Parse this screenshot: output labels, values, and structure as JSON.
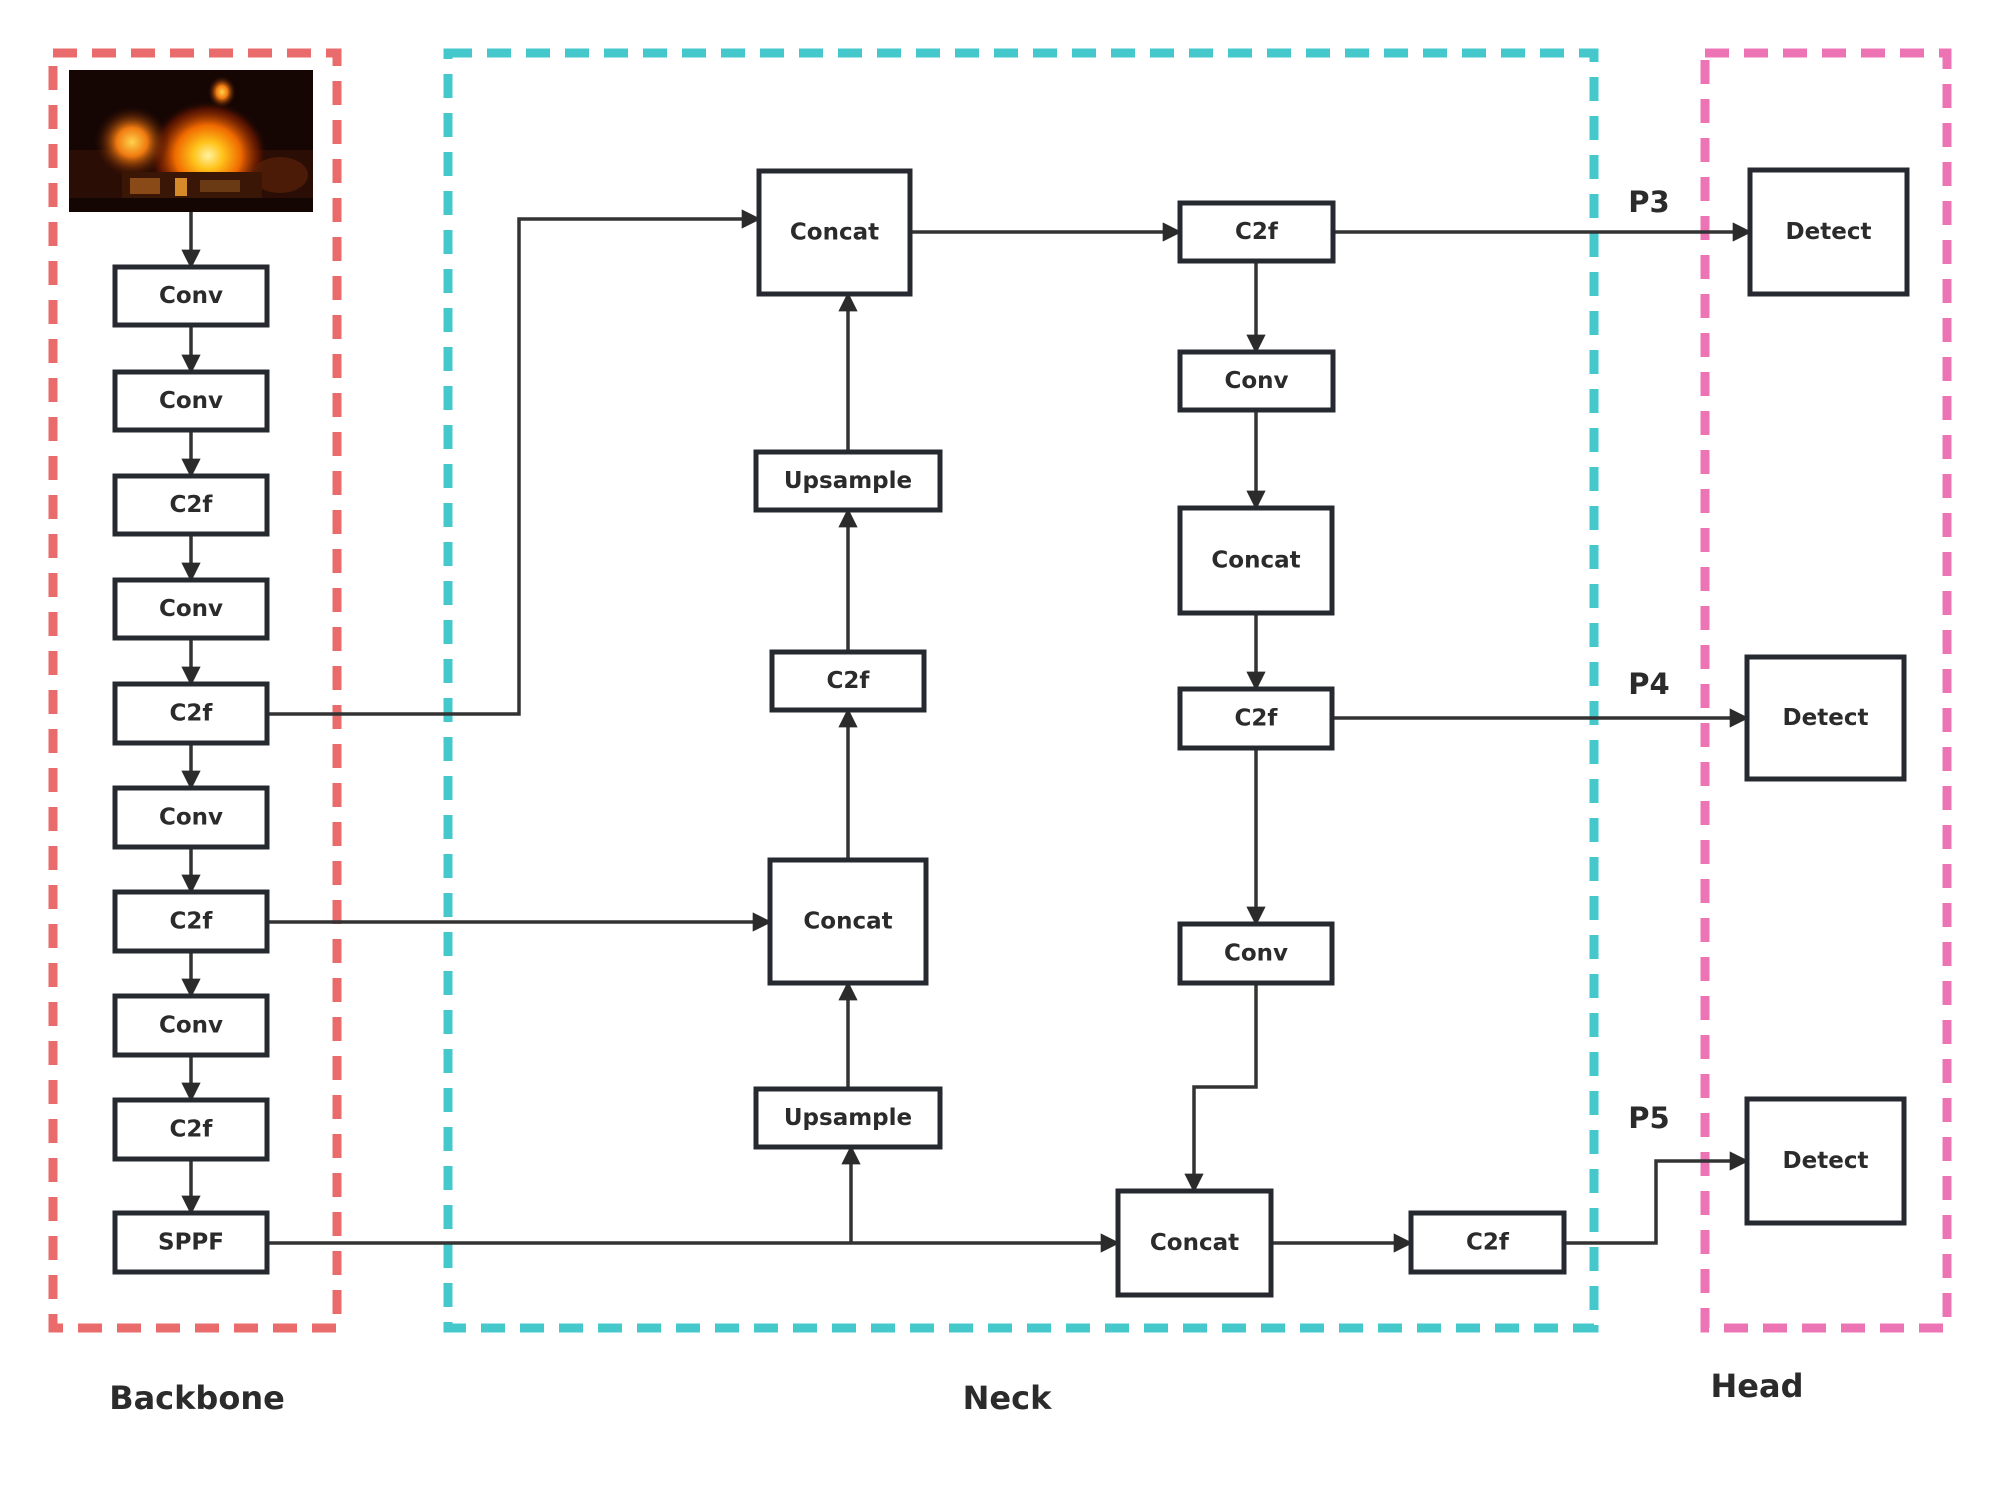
{
  "diagram": {
    "groups": [
      {
        "id": "backbone",
        "label": "Backbone",
        "color": "#ea6b6b"
      },
      {
        "id": "neck",
        "label": "Neck",
        "color": "#45c8cc"
      },
      {
        "id": "head",
        "label": "Head",
        "color": "#ec74b5"
      }
    ],
    "input_image": {
      "description": "burning house at night",
      "icon": "fire-image"
    },
    "nodes": {
      "bb_conv1": "Conv",
      "bb_conv2": "Conv",
      "bb_c2f1": "C2f",
      "bb_conv3": "Conv",
      "bb_c2f2": "C2f",
      "bb_conv4": "Conv",
      "bb_c2f3": "C2f",
      "bb_conv5": "Conv",
      "bb_c2f4": "C2f",
      "bb_sppf": "SPPF",
      "nk_upsample1": "Upsample",
      "nk_concat1": "Concat",
      "nk_c2f1": "C2f",
      "nk_upsample2": "Upsample",
      "nk_concat2": "Concat",
      "nk_c2f2": "C2f",
      "nk_conv1": "Conv",
      "nk_concat3": "Concat",
      "nk_c2f3": "C2f",
      "nk_conv2": "Conv",
      "nk_concat4": "Concat",
      "nk_c2f4": "C2f",
      "hd_detect1": "Detect",
      "hd_detect2": "Detect",
      "hd_detect3": "Detect"
    },
    "levels": {
      "p3": "P3",
      "p4": "P4",
      "p5": "P5"
    },
    "edges": [
      [
        "input_image",
        "bb_conv1"
      ],
      [
        "bb_conv1",
        "bb_conv2"
      ],
      [
        "bb_conv2",
        "bb_c2f1"
      ],
      [
        "bb_c2f1",
        "bb_conv3"
      ],
      [
        "bb_conv3",
        "bb_c2f2"
      ],
      [
        "bb_c2f2",
        "bb_conv4"
      ],
      [
        "bb_conv4",
        "bb_c2f3"
      ],
      [
        "bb_c2f3",
        "bb_conv5"
      ],
      [
        "bb_conv5",
        "bb_c2f4"
      ],
      [
        "bb_c2f4",
        "bb_sppf"
      ],
      [
        "bb_sppf",
        "nk_upsample1"
      ],
      [
        "bb_sppf",
        "nk_concat4"
      ],
      [
        "nk_upsample1",
        "nk_concat1"
      ],
      [
        "bb_c2f3",
        "nk_concat1"
      ],
      [
        "nk_concat1",
        "nk_c2f1"
      ],
      [
        "nk_c2f1",
        "nk_upsample2"
      ],
      [
        "nk_upsample2",
        "nk_concat2"
      ],
      [
        "bb_c2f2",
        "nk_concat2"
      ],
      [
        "nk_concat2",
        "nk_c2f2"
      ],
      [
        "nk_c2f2",
        "nk_conv1"
      ],
      [
        "nk_c2f2",
        "hd_detect1"
      ],
      [
        "nk_conv1",
        "nk_concat3"
      ],
      [
        "nk_concat3",
        "nk_c2f3"
      ],
      [
        "nk_c2f3",
        "hd_detect2"
      ],
      [
        "nk_c2f3",
        "nk_conv2"
      ],
      [
        "nk_conv2",
        "nk_concat4"
      ],
      [
        "nk_concat4",
        "nk_c2f4"
      ],
      [
        "nk_c2f4",
        "hd_detect3"
      ]
    ]
  }
}
